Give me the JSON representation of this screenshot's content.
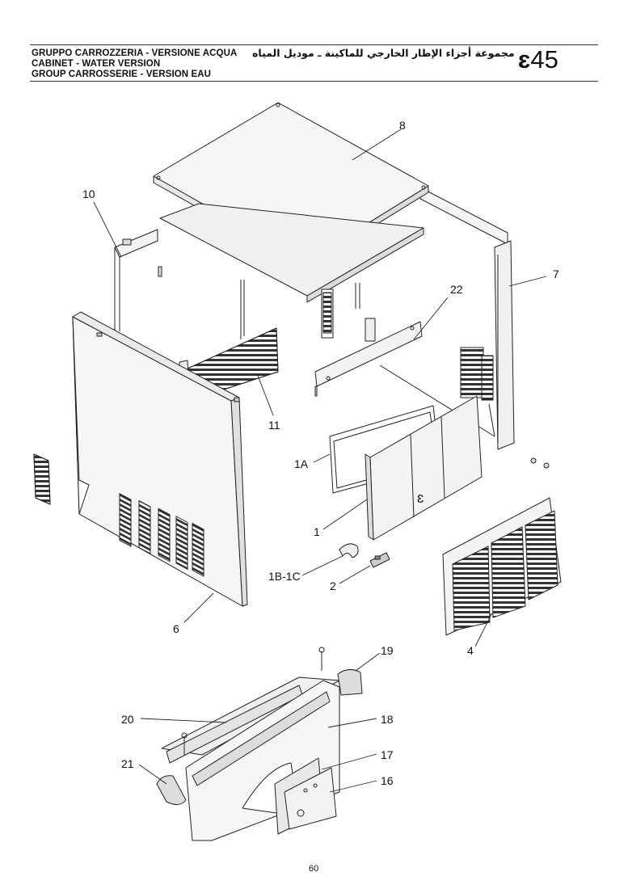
{
  "header": {
    "line1": "GRUPPO CARROZZERIA - VERSIONE ACQUA",
    "line2": "CABINET - WATER VERSION",
    "line3": "GROUP CARROSSERIE - VERSION EAU",
    "arabic": "مجموعة أجزاء الإطار الخارجي للماكينة ـ موديل المياه",
    "model_letter": "ɛ",
    "model_number": "45"
  },
  "callouts": {
    "c8": "8",
    "c10": "10",
    "c7": "7",
    "c22": "22",
    "c11": "11",
    "c1A": "1A",
    "c1": "1",
    "c1B1C": "1B-1C",
    "c2": "2",
    "c6": "6",
    "c4": "4",
    "c19": "19",
    "c20": "20",
    "c18": "18",
    "c21": "21",
    "c17": "17",
    "c16": "16"
  },
  "footer": {
    "page_number": "60"
  },
  "colors": {
    "line": "#222222",
    "panel_fill": "#f2f2f2",
    "panel_fill_alt": "#e6e6e6"
  }
}
